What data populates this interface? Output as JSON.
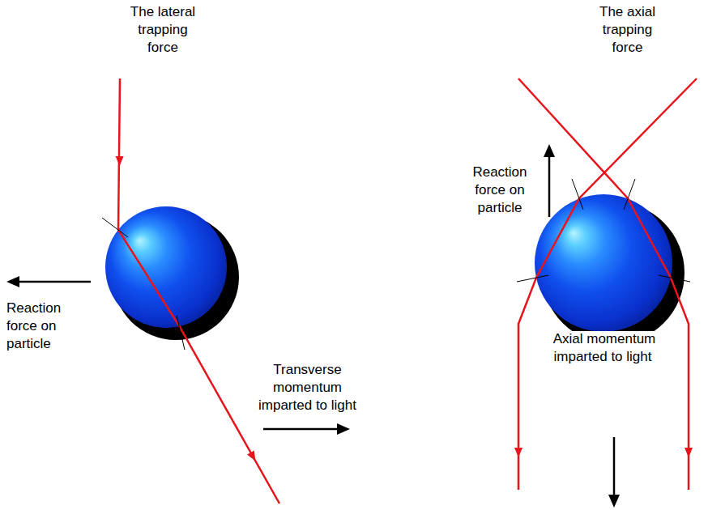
{
  "diagram": {
    "labels": [
      "The lateral trapping force",
      "Reaction force on particle",
      "Transverse momentum imparted to light",
      "The axial trapping force",
      "Reaction force on particle",
      "Axial momentum imparted to light"
    ]
  }
}
